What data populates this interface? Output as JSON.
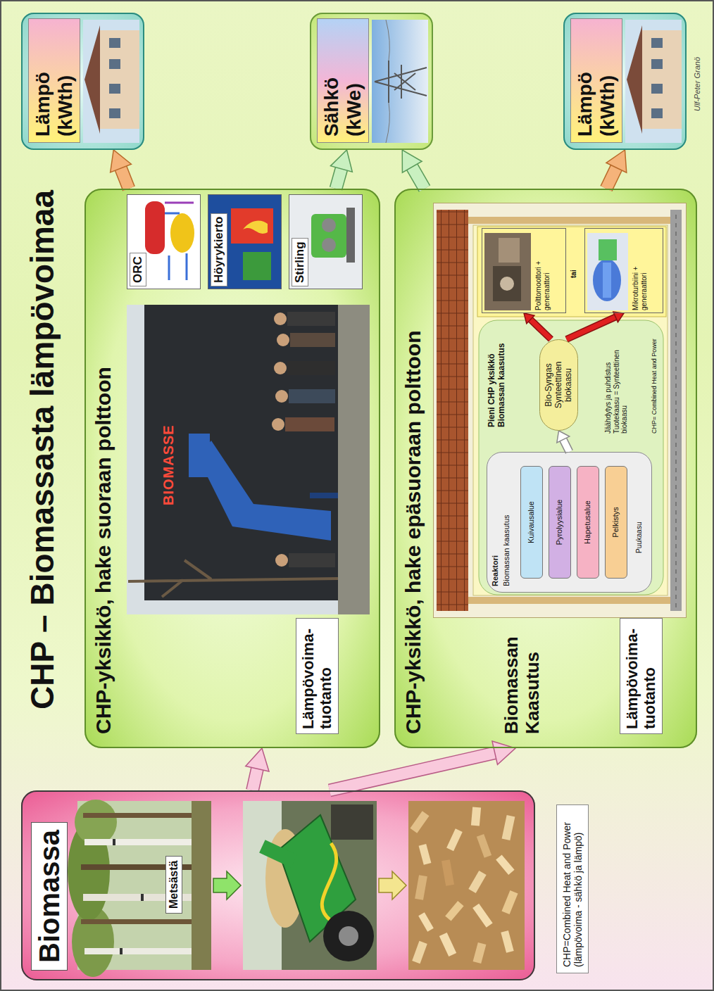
{
  "diagram": {
    "title": "CHP – Biomassasta lämpövoimaa",
    "nodes": [
      {
        "text": [
          "Biomassa"
        ]
      },
      {
        "text": [
          "CHP-yksikkö, hake suoraan polttoon",
          "Lämpövoima- tuotanto"
        ]
      },
      {
        "text": [
          "ORC"
        ],
        "in": 1
      },
      {
        "text": [
          "Höyrykierto"
        ],
        "in": 1
      },
      {
        "text": [
          "Stirling"
        ],
        "in": 1
      },
      {
        "text": [
          "CHP-yksikkö, hake epäsuoraan polttoon",
          "Biomassan Kaasutus",
          "Lämpövoima- tuotanto"
        ]
      },
      {
        "text": [
          "Pieni CHP yksikkö Biomassan kaasutus"
        ],
        "in": 5
      },
      {
        "text": [
          "Reaktori",
          "Biomassan kaasutus"
        ],
        "in": 6
      },
      {
        "text": [
          "Kuivausalue"
        ],
        "in": 7
      },
      {
        "text": [
          "Pyrolyysialue"
        ],
        "in": 7
      },
      {
        "text": [
          "Hapetusalue"
        ],
        "in": 7
      },
      {
        "text": [
          "Pelkistys"
        ],
        "in": 7
      },
      {
        "text": [
          "Bio-Syngas Synteettinen biokaasu"
        ],
        "in": 6
      },
      {
        "text": [
          "Polttomoottori + generaattori"
        ],
        "in": 6
      },
      {
        "text": [
          "Mikroturbiini + generaattori"
        ],
        "in": 6
      },
      {
        "text": [
          "Lämpö (kWth)"
        ]
      },
      {
        "text": [
          "Sähkö (kWe)"
        ]
      },
      {
        "text": [
          "Lämpö (kWth)"
        ]
      },
      {
        "text": [
          "CHP=Combined Heat and Power (lämpövoima - sähkö ja lämpö)"
        ]
      }
    ],
    "edges": [
      {
        "from": 0,
        "to": 1,
        "arrow": "to"
      },
      {
        "from": 0,
        "to": 5,
        "arrow": "to"
      },
      {
        "from": 1,
        "to": 15,
        "arrow": "to"
      },
      {
        "from": 1,
        "to": 16,
        "arrow": "to"
      },
      {
        "from": 5,
        "to": 16,
        "arrow": "to"
      },
      {
        "from": 5,
        "to": 17,
        "arrow": "to"
      },
      {
        "from": 7,
        "to": 12,
        "arrow": "to"
      },
      {
        "from": 12,
        "to": 13,
        "arrow": "to"
      },
      {
        "from": 12,
        "to": 14,
        "arrow": "to"
      }
    ],
    "labels": [
      "Metsästä",
      "BIOMASSE",
      "tai",
      "Puukaasu",
      "Jäähdytys ja puhdistus Tuotekaasu = Synteettinen biokaasu",
      "CHP= Combined Heat and Power",
      "Ulf-Peter Granö"
    ]
  }
}
